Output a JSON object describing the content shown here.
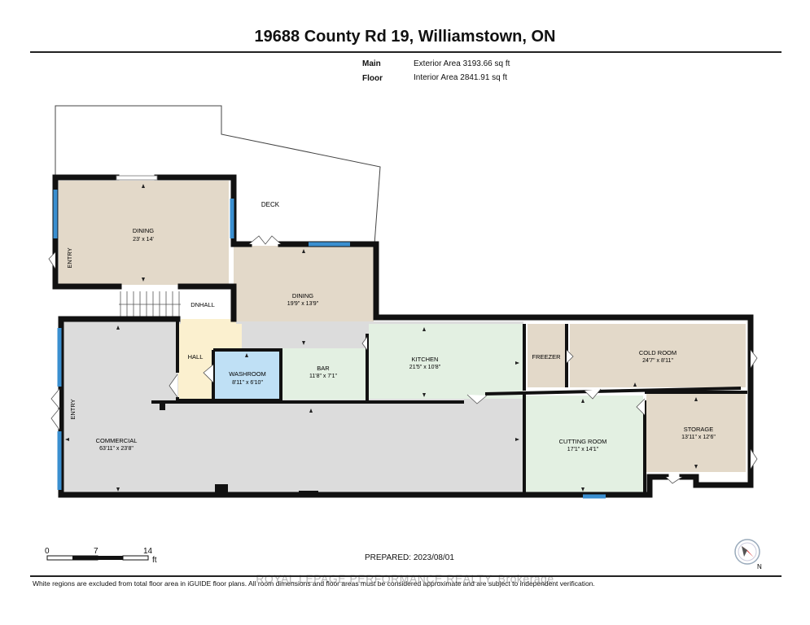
{
  "header": {
    "title": "19688 County Rd 19, Williamstown, ON",
    "floor_label": "Main Floor",
    "exterior_area": "Exterior Area 3193.66 sq ft",
    "interior_area": "Interior Area 2841.91 sq ft"
  },
  "rooms": {
    "deck": "DECK",
    "dining_top": {
      "name": "DINING",
      "dims": "23' x 14'"
    },
    "entry_left": "ENTRY",
    "dining_mid": {
      "name": "DINING",
      "dims": "19'9\" x 13'9\""
    },
    "dnhall": "DNHALL",
    "hall": "HALL",
    "washroom": {
      "name": "WASHROOM",
      "dims": "8'11\" x 6'10\""
    },
    "bar": {
      "name": "BAR",
      "dims": "11'8\" x 7'1\""
    },
    "kitchen": {
      "name": "KITCHEN",
      "dims": "21'5\" x 10'8\""
    },
    "freezer": "FREEZER",
    "cold_room": {
      "name": "COLD ROOM",
      "dims": "24'7\" x 8'11\""
    },
    "storage": {
      "name": "STORAGE",
      "dims": "13'11\" x 12'6\""
    },
    "cutting_room": {
      "name": "CUTTING ROOM",
      "dims": "17'1\" x 14'1\""
    },
    "commercial": {
      "name": "COMMERCIAL",
      "dims": "63'11\" x 23'8\""
    },
    "entry_commercial": "ENTRY"
  },
  "scale": {
    "marks": [
      "0",
      "7",
      "14"
    ],
    "unit": "ft"
  },
  "compass": {
    "label": "N"
  },
  "prepared": "PREPARED: 2023/08/01",
  "watermark": "ROYAL LEPAGE PERFORMANCE REALTY, Brokerage",
  "footer": "White regions are excluded from total floor area in iGUIDE floor plans. All room dimensions and floor areas must be considered approximate and are subject to independent verification.",
  "colors": {
    "dining": "#e3d9c9",
    "commercial": "#dcdcdc",
    "kitchen": "#e3f0e2",
    "washroom": "#bfe0f5",
    "hall": "#fbf0cf",
    "window": "#3a8fd0",
    "wall": "#111111"
  }
}
